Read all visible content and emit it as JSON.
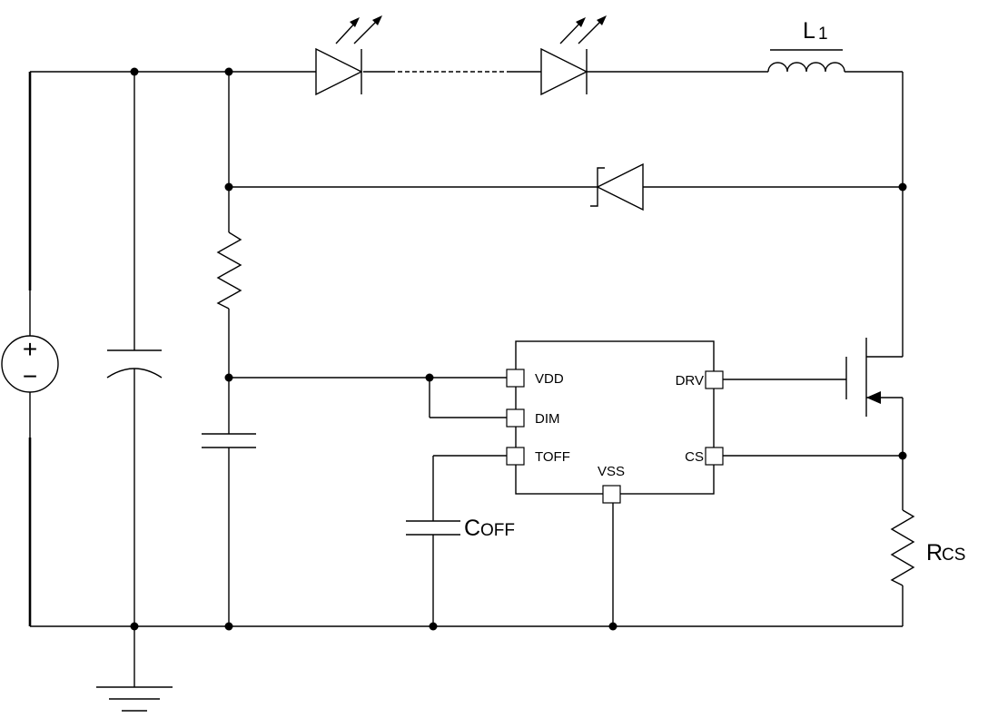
{
  "diagram": {
    "type": "circuit-schematic",
    "labels": {
      "inductor": "L",
      "inductor_sub": "1",
      "timing_capacitor": "C",
      "timing_capacitor_sub": "OFF",
      "sense_resistor": "R",
      "sense_resistor_sub": "CS"
    },
    "ic_pins": {
      "vdd": "VDD",
      "dim": "DIM",
      "toff": "TOFF",
      "vss": "VSS",
      "drv": "DRV",
      "cs": "CS"
    },
    "source_symbols": {
      "plus": "+",
      "minus": "−"
    }
  }
}
